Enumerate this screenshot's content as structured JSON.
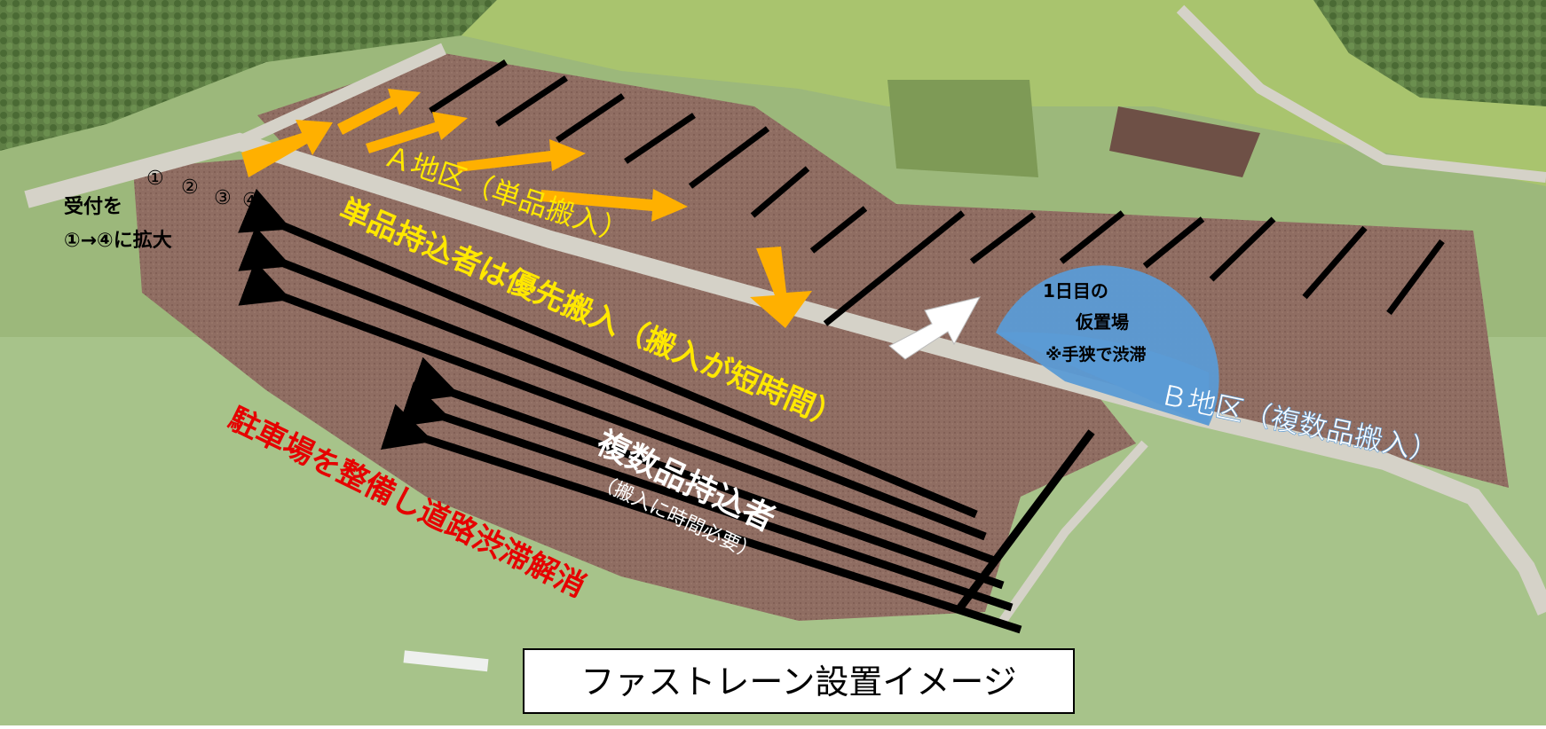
{
  "labels": {
    "reception_numbers": [
      "①",
      "②",
      "③",
      "④"
    ],
    "reception_line1": "受付を",
    "reception_line2": "①→④に拡大",
    "area_a": "Ａ地区（単品搬入）",
    "priority": "単品持込者は優先搬入（搬入が短時間）",
    "multi": "複数品持込者",
    "multi_sub": "（搬入に時間必要）",
    "parking": "駐車場を整備し道路渋滞解消",
    "temp_line1": "1日目の",
    "temp_line2": "仮置場",
    "temp_line3": "※手狭で渋滞",
    "area_b": "Ｂ地区（複数品搬入）",
    "caption": "ファストレーン設置イメージ"
  },
  "colors": {
    "yellow_text": "#ffe800",
    "orange_arrow": "#ffb000",
    "red_text": "#e60000",
    "blue_zone": "#5b9bd5",
    "soil": "#8f6d62",
    "grass": "#8fae6d"
  },
  "icons": {
    "arrow_small": "orange-arrow-icon",
    "arrow_big": "big-orange-arrow-icon",
    "arrow_white": "white-arrow-icon",
    "arrow_black": "black-arrow-icon"
  }
}
